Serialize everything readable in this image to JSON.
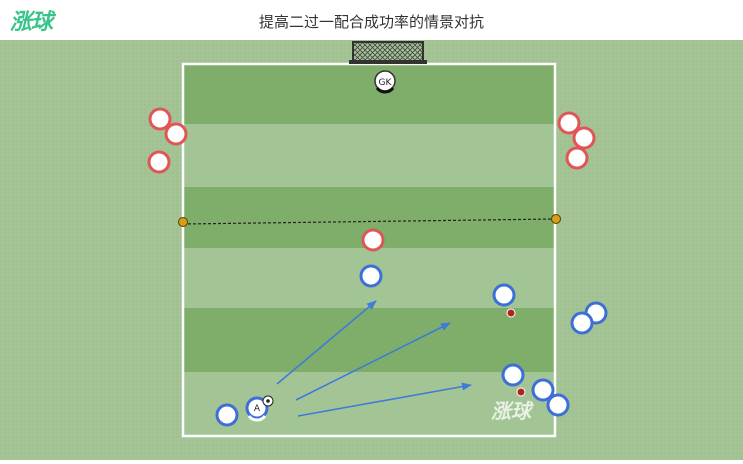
{
  "header": {
    "logo_text": "涨球",
    "title": "提高二过一配合成功率的情景对抗"
  },
  "watermark": "涨球",
  "goalkeeper_label": "GK",
  "attacker_label": "A",
  "colors": {
    "background": "#a3c293",
    "stripe_dark": "#7fae6b",
    "stripe_light": "#a3c596",
    "field_line": "#ffffff",
    "red_player": "#e05555",
    "blue_player": "#3d6fd6",
    "arrow": "#3f7bd8",
    "cone": "#d4a017",
    "logo": "#39c48b"
  },
  "icons": [
    "goal-net-icon",
    "soccer-ball-icon",
    "cone-icon",
    "pass-arrow-icon"
  ]
}
